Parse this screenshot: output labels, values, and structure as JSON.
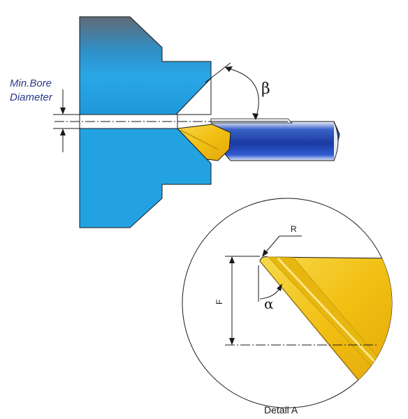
{
  "labels": {
    "min_bore_line1": "Min.Bore",
    "min_bore_line2": "Diameter",
    "beta": "β",
    "alpha": "α",
    "radius": "R",
    "f_dimension": "F",
    "detail_caption": "Detail A"
  },
  "colors": {
    "workpiece_blue": "#2aa7e6",
    "workpiece_top": "#5f6d7a",
    "bar_blue": "#1d3fa8",
    "insert_gold": "#f3c21a",
    "insert_edge": "#caa00f",
    "line": "#1a1a1a"
  }
}
